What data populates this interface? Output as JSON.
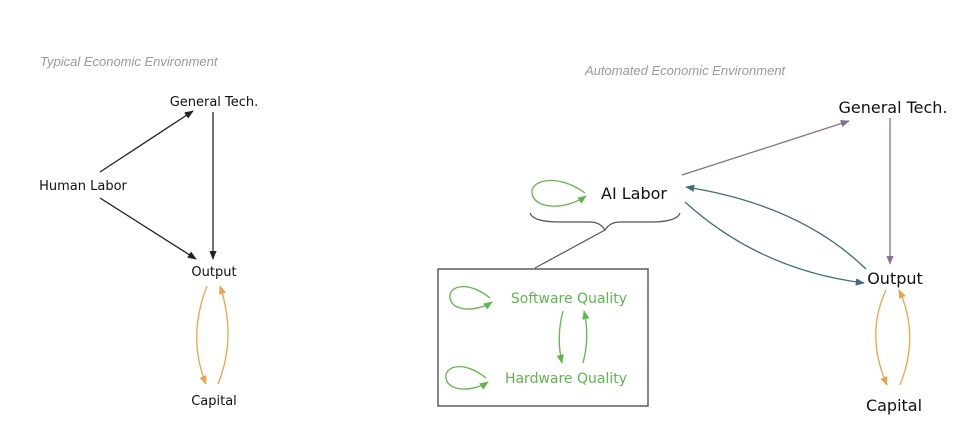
{
  "colors": {
    "black": "#222222",
    "orange": "#f0a24a",
    "green": "#5cb84a",
    "purple": "#8a6f96",
    "teal": "#3d6b82",
    "box_border": "#444444"
  },
  "left": {
    "caption": "Typical Economic Environment",
    "nodes": {
      "general_tech": "General Tech.",
      "human_labor": "Human Labor",
      "output": "Output",
      "capital": "Capital"
    }
  },
  "right": {
    "caption": "Automated Economic Environment",
    "nodes": {
      "general_tech": "General Tech.",
      "ai_labor": "AI Labor",
      "output": "Output",
      "capital": "Capital"
    },
    "inset": {
      "software_quality": "Software Quality",
      "hardware_quality": "Hardware Quality"
    }
  }
}
